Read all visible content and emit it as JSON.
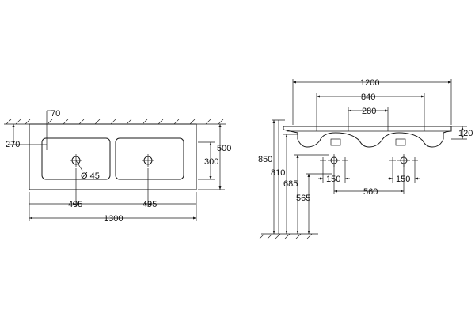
{
  "top_view": {
    "dim_70": "70",
    "dim_270": "270",
    "dim_300": "300",
    "dim_500": "500",
    "dim_diameter": "Ø 45",
    "dim_495_left": "495",
    "dim_495_right": "495",
    "dim_1300": "1300"
  },
  "side_view": {
    "dim_1200": "1200",
    "dim_840": "840",
    "dim_280": "280",
    "dim_120": "120",
    "dim_850": "850",
    "dim_810": "810",
    "dim_685": "685",
    "dim_565": "565",
    "dim_150_left": "150",
    "dim_560": "560",
    "dim_150_right": "150"
  },
  "colors": {
    "line": "#1a1a1a",
    "background": "#ffffff"
  }
}
